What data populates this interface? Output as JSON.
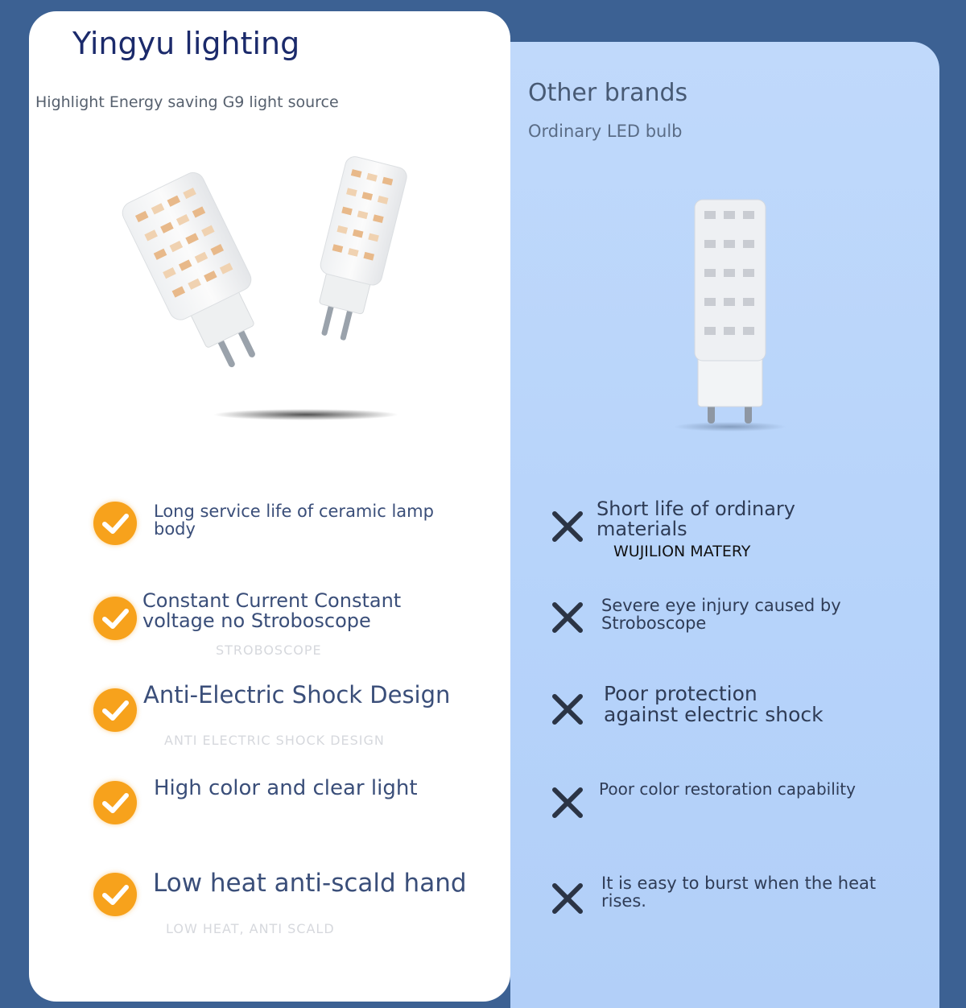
{
  "left": {
    "title": "Yingyu lighting",
    "subtitle": "Highlight Energy saving G9 light source",
    "features": [
      {
        "line1": "Long service life of ceramic lamp",
        "line2": "body"
      },
      {
        "line1": "Constant Current Constant",
        "line2": "voltage no Stroboscope",
        "ghost": "STROBOSCOPE"
      },
      {
        "line1": "Anti-Electric Shock Design",
        "ghost": "ANTI ELECTRIC SHOCK DESIGN"
      },
      {
        "line1": "High color and clear light"
      },
      {
        "line1": "Low heat anti-scald hand",
        "ghost": "LOW HEAT, ANTI SCALD"
      }
    ]
  },
  "right": {
    "title": "Other brands",
    "subtitle": "Ordinary LED bulb",
    "issues": [
      {
        "line1": "Short life of ordinary",
        "line2": "materials",
        "note": "WUJILION MATERY"
      },
      {
        "line1": "Severe eye injury caused by",
        "line2": "Stroboscope"
      },
      {
        "line1": "Poor protection",
        "line2": "against electric shock"
      },
      {
        "line1": "Poor color restoration capability"
      },
      {
        "line1": "It is easy to burst when the heat",
        "line2": "rises."
      }
    ]
  },
  "colors": {
    "background": "#3c6193",
    "check": "#f7a21c",
    "cross": "#2b3445",
    "title": "#1b2a6b"
  }
}
